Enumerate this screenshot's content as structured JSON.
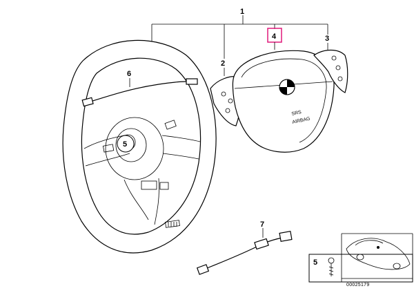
{
  "diagram": {
    "callouts": {
      "c1": "1",
      "c2": "2",
      "c3": "3",
      "c4": "4",
      "c5": "5",
      "c6": "6",
      "c7": "7",
      "c5_thumb": "5"
    },
    "highlight_color": "#e0187a",
    "airbag_badge_text": "SRS",
    "airbag_text": "AIRBAG",
    "reference_number": "00025179"
  }
}
